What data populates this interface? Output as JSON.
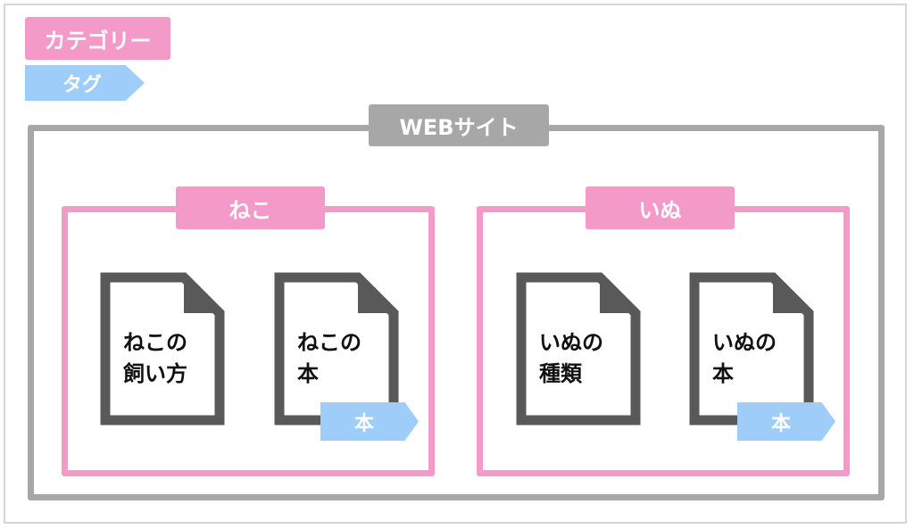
{
  "legend": {
    "category_label": "カテゴリー",
    "tag_label": "タグ"
  },
  "site": {
    "label": "WEBサイト"
  },
  "categories": [
    {
      "label": "ねこ",
      "pages": [
        {
          "line1": "ねこの",
          "line2": "飼い方",
          "tag": ""
        },
        {
          "line1": "ねこの",
          "line2": "本",
          "tag": "本"
        }
      ]
    },
    {
      "label": "いぬ",
      "pages": [
        {
          "line1": "いぬの",
          "line2": "種類",
          "tag": ""
        },
        {
          "line1": "いぬの",
          "line2": "本",
          "tag": "本"
        }
      ]
    }
  ],
  "colors": {
    "category": "#f39ac8",
    "tag": "#9fcdfa",
    "site": "#a7a7a7",
    "document": "#595959"
  },
  "icons": {
    "page": "document-icon"
  }
}
